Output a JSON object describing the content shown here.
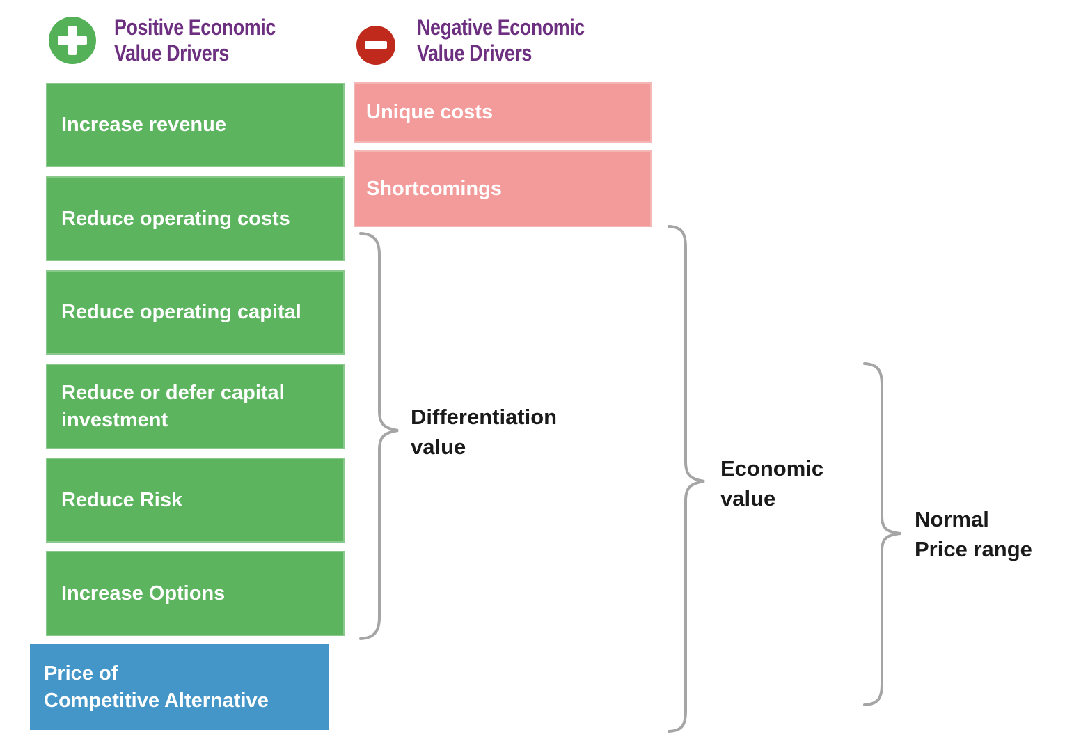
{
  "colors": {
    "green_box": "#5cb45f",
    "pink_box": "#f29b9a",
    "blue_box": "#4496c8",
    "header_text": "#6d2f80",
    "plus_circle": "#54b158",
    "minus_circle": "#bf2a1d",
    "box_text": "#ffffff",
    "label_text": "#1a1a1a",
    "brace": "#a5a5a5"
  },
  "legend": {
    "positive": {
      "icon": "plus-circle",
      "label": "Positive Economic\nValue Drivers"
    },
    "negative": {
      "icon": "minus-circle",
      "label": "Negative Economic\nValue Drivers"
    }
  },
  "positive_drivers": [
    "Increase revenue",
    "Reduce operating costs",
    "Reduce operating capital",
    "Reduce or defer capital investment",
    "Reduce Risk",
    "Increase Options"
  ],
  "negative_drivers": [
    "Unique costs",
    "Shortcomings"
  ],
  "price_anchor": "Price of\nCompetitive Alternative",
  "braces": {
    "differentiation": {
      "label": "Differentiation\nvalue"
    },
    "economic": {
      "label": "Economic\nvalue"
    },
    "normal_price": {
      "label": "Normal\nPrice range"
    }
  }
}
